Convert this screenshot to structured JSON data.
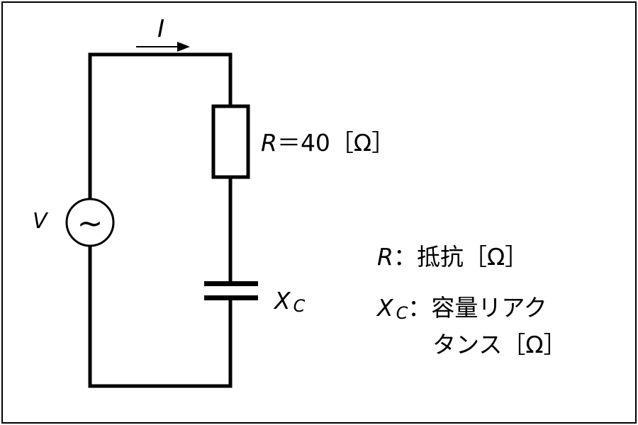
{
  "circuit": {
    "current_label": "I",
    "source_label": "V",
    "source_symbol": "~",
    "resistor": {
      "symbol": "R",
      "value_text": "＝40［Ω］"
    },
    "capacitor": {
      "symbol": "X",
      "subscript": "C"
    }
  },
  "legend": {
    "line1": {
      "symbol": "R",
      "text": "：抵抗［Ω］"
    },
    "line2": {
      "symbol": "X",
      "subscript": "C",
      "text": "：容量リアク"
    },
    "line3": {
      "text": "タンス［Ω］"
    }
  }
}
